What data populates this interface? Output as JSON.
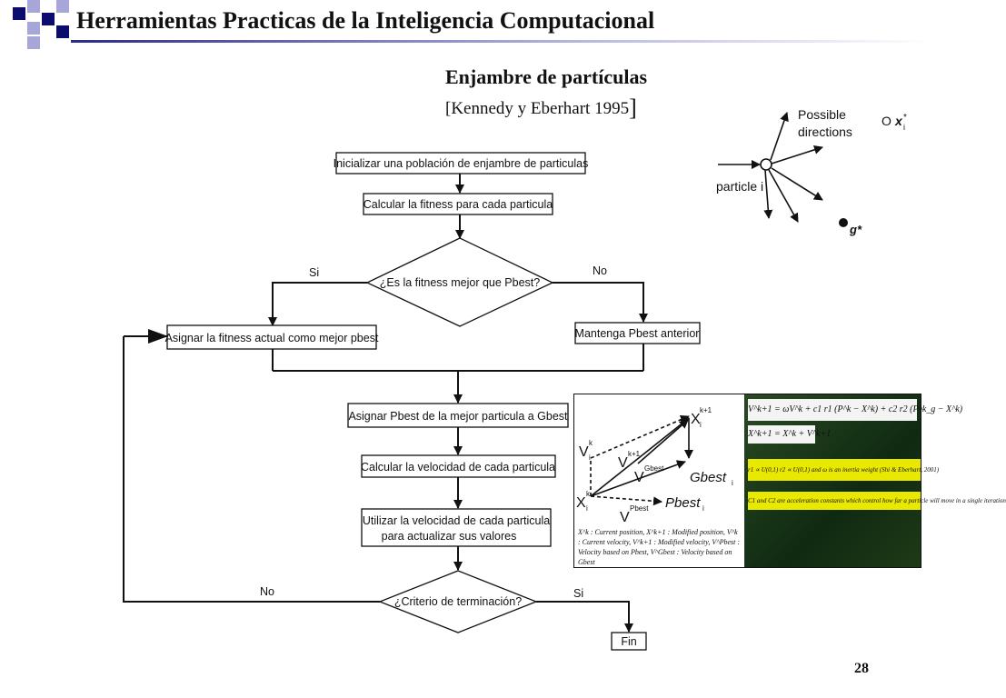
{
  "slide": {
    "title": "Herramientas Practicas de la Inteligencia Computacional",
    "subtitle": "Enjambre de partículas",
    "reference": "[Kennedy y Eberhart 1995",
    "reference_bracket": "]",
    "page_number": "28"
  },
  "flowchart": {
    "boxes": {
      "init": "Inicializar una población de enjambre de particulas",
      "fitness": "Calcular la fitness para cada particula",
      "assign_pbest": "Asignar la fitness actual como mejor pbest",
      "keep_pbest": "Mantenga Pbest anterior",
      "assign_gbest": "Asignar Pbest de la mejor particula a Gbest",
      "velocity": "Calcular la velocidad de cada particula",
      "update_line1": "Utilizar la velocidad de cada particula",
      "update_line2": "para actualizar sus valores",
      "end": "Fin"
    },
    "decisions": {
      "pbest_question": "¿Es la fitness mejor que Pbest?",
      "termination_question": "¿Criterio de terminación?"
    },
    "labels": {
      "yes_1": "Si",
      "no_1": "No",
      "no_2": "No",
      "yes_2": "Si"
    }
  },
  "particle_diagram": {
    "possible_line1": "Possible",
    "possible_line2": "directions",
    "particle_label": "particle i",
    "x_star": "x",
    "x_star_sub": "i",
    "x_star_sup": "*",
    "g_star": "g*",
    "circle_glyph": "O"
  },
  "velocity_panel": {
    "x_top": "X",
    "x_top_sup": "k+1",
    "x_top_sub": "i",
    "v_left": "V",
    "v_left_sup": "k",
    "v_left_sub": "i",
    "v_mid": "V",
    "v_mid_sup": "k+1",
    "v_gbest": "V",
    "v_gbest_sup": "Gbest",
    "gbest": "Gbest",
    "gbest_sub": "i",
    "x_left": "X",
    "x_left_sup": "k",
    "x_left_sub": "i",
    "pbest": "Pbest",
    "pbest_sub": "i",
    "v_pbest": "V",
    "v_pbest_sup": "Pbest",
    "caption": "X^k : Current position, X^k+1 : Modified position, V^k : Current velocity, V^k+1 : Modified velocity, V^Pbest : Velocity based on Pbest, V^Gbest : Velocity based on Gbest",
    "eq1": "V^k+1 = ωV^k + c1 r1 (P^k − X^k) + c2 r2 (P^k_g − X^k)",
    "eq2": "X^k+1 = X^k + V^k+1",
    "eq3": "r1 ∝ U(0,1)  r2 ∝ U(0,1)  and ω is an inertia weight (Shi & Eberhart, 2001)",
    "eq4": "C1 and C2 are acceleration constants which control how far a particle will move in a single iteration"
  },
  "colors": {
    "title_square_dark": "#0c0c6e",
    "title_square_light": "#a6a6d8",
    "panel_yellow": "#e8e800",
    "panel_green": "#1f3a1f"
  }
}
